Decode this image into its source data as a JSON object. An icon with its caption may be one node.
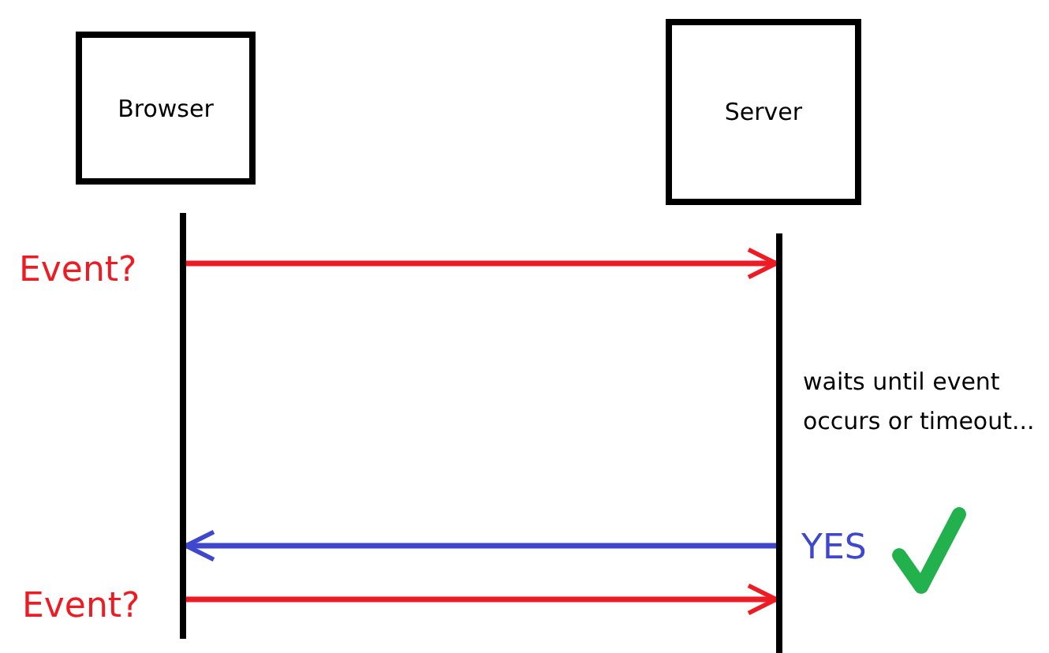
{
  "diagram": {
    "nodes": [
      {
        "text": [
          "Browser"
        ]
      },
      {
        "text": [
          "Server"
        ]
      },
      {
        "text": [],
        "shape": "bar"
      },
      {
        "text": [],
        "shape": "bar"
      }
    ],
    "edges": [
      {
        "from": 2,
        "to": 3,
        "arrow": "to",
        "color": "#ed1c24"
      },
      {
        "from": 3,
        "to": 2,
        "arrow": "to",
        "color": "#3f48cc"
      },
      {
        "from": 2,
        "to": 3,
        "arrow": "to",
        "color": "#ed1c24"
      }
    ],
    "labels": [
      "Event?",
      "waits until event occurs or timeout...",
      "YES",
      "Event?"
    ]
  }
}
